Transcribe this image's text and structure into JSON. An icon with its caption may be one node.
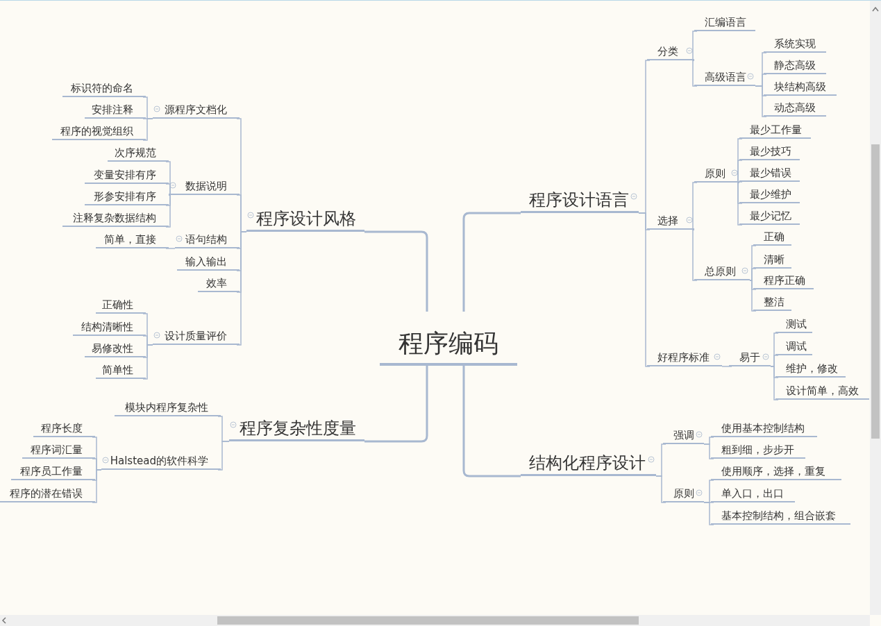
{
  "diagram": {
    "nodes": [
      {
        "text": [
          "程序编码"
        ]
      },
      {
        "text": [
          "程序设计语言"
        ]
      },
      {
        "text": [
          "分类"
        ]
      },
      {
        "text": [
          "汇编语言"
        ]
      },
      {
        "text": [
          "高级语言"
        ]
      },
      {
        "text": [
          "系统实现"
        ]
      },
      {
        "text": [
          "静态高级"
        ]
      },
      {
        "text": [
          "块结构高级"
        ]
      },
      {
        "text": [
          "动态高级"
        ]
      },
      {
        "text": [
          "选择"
        ]
      },
      {
        "text": [
          "原则"
        ]
      },
      {
        "text": [
          "最少工作量"
        ]
      },
      {
        "text": [
          "最少技巧"
        ]
      },
      {
        "text": [
          "最少错误"
        ]
      },
      {
        "text": [
          "最少维护"
        ]
      },
      {
        "text": [
          "最少记忆"
        ]
      },
      {
        "text": [
          "总原则"
        ]
      },
      {
        "text": [
          "正确"
        ]
      },
      {
        "text": [
          "清晰"
        ]
      },
      {
        "text": [
          "程序正确"
        ]
      },
      {
        "text": [
          "整洁"
        ]
      },
      {
        "text": [
          "好程序标准"
        ]
      },
      {
        "text": [
          "易于"
        ]
      },
      {
        "text": [
          "测试"
        ]
      },
      {
        "text": [
          "调试"
        ]
      },
      {
        "text": [
          "维护，修改"
        ]
      },
      {
        "text": [
          "设计简单，高效"
        ]
      },
      {
        "text": [
          "结构化程序设计"
        ]
      },
      {
        "text": [
          "强调"
        ]
      },
      {
        "text": [
          "使用基本控制结构"
        ]
      },
      {
        "text": [
          "粗到细，步步开"
        ]
      },
      {
        "text": [
          "原则"
        ]
      },
      {
        "text": [
          "使用顺序，选择，重复"
        ]
      },
      {
        "text": [
          "单入口，出口"
        ]
      },
      {
        "text": [
          "基本控制结构，组合嵌套"
        ]
      },
      {
        "text": [
          "程序设计风格"
        ]
      },
      {
        "text": [
          "源程序文档化"
        ]
      },
      {
        "text": [
          "标识符的命名"
        ]
      },
      {
        "text": [
          "安排注释"
        ]
      },
      {
        "text": [
          "程序的视觉组织"
        ]
      },
      {
        "text": [
          "数据说明"
        ]
      },
      {
        "text": [
          "次序规范"
        ]
      },
      {
        "text": [
          "变量安排有序"
        ]
      },
      {
        "text": [
          "形参安排有序"
        ]
      },
      {
        "text": [
          "注释复杂数据结构"
        ]
      },
      {
        "text": [
          "语句结构"
        ]
      },
      {
        "text": [
          "简单，直接"
        ]
      },
      {
        "text": [
          "输入输出"
        ]
      },
      {
        "text": [
          "效率"
        ]
      },
      {
        "text": [
          "设计质量评价"
        ]
      },
      {
        "text": [
          "正确性"
        ]
      },
      {
        "text": [
          "结构清晰性"
        ]
      },
      {
        "text": [
          "易修改性"
        ]
      },
      {
        "text": [
          "简单性"
        ]
      },
      {
        "text": [
          "程序复杂性度量"
        ]
      },
      {
        "text": [
          "模块内程序复杂性"
        ]
      },
      {
        "text": [
          "Halstead的软件科学"
        ]
      },
      {
        "text": [
          "程序长度"
        ]
      },
      {
        "text": [
          "程序词汇量"
        ]
      },
      {
        "text": [
          "程序员工作量"
        ]
      },
      {
        "text": [
          "程序的潜在错误"
        ]
      }
    ],
    "edges": [
      {
        "from": 0,
        "to": 1,
        "arrow": "none"
      },
      {
        "from": 1,
        "to": 2,
        "arrow": "none"
      },
      {
        "from": 2,
        "to": 3,
        "arrow": "none"
      },
      {
        "from": 2,
        "to": 4,
        "arrow": "none"
      },
      {
        "from": 4,
        "to": 5,
        "arrow": "none"
      },
      {
        "from": 4,
        "to": 6,
        "arrow": "none"
      },
      {
        "from": 4,
        "to": 7,
        "arrow": "none"
      },
      {
        "from": 4,
        "to": 8,
        "arrow": "none"
      },
      {
        "from": 1,
        "to": 9,
        "arrow": "none"
      },
      {
        "from": 9,
        "to": 10,
        "arrow": "none"
      },
      {
        "from": 10,
        "to": 11,
        "arrow": "none"
      },
      {
        "from": 10,
        "to": 12,
        "arrow": "none"
      },
      {
        "from": 10,
        "to": 13,
        "arrow": "none"
      },
      {
        "from": 10,
        "to": 14,
        "arrow": "none"
      },
      {
        "from": 10,
        "to": 15,
        "arrow": "none"
      },
      {
        "from": 9,
        "to": 16,
        "arrow": "none"
      },
      {
        "from": 16,
        "to": 17,
        "arrow": "none"
      },
      {
        "from": 16,
        "to": 18,
        "arrow": "none"
      },
      {
        "from": 16,
        "to": 19,
        "arrow": "none"
      },
      {
        "from": 16,
        "to": 20,
        "arrow": "none"
      },
      {
        "from": 1,
        "to": 21,
        "arrow": "none"
      },
      {
        "from": 21,
        "to": 22,
        "arrow": "none"
      },
      {
        "from": 22,
        "to": 23,
        "arrow": "none"
      },
      {
        "from": 22,
        "to": 24,
        "arrow": "none"
      },
      {
        "from": 22,
        "to": 25,
        "arrow": "none"
      },
      {
        "from": 22,
        "to": 26,
        "arrow": "none"
      },
      {
        "from": 0,
        "to": 27,
        "arrow": "none"
      },
      {
        "from": 27,
        "to": 28,
        "arrow": "none"
      },
      {
        "from": 28,
        "to": 29,
        "arrow": "none"
      },
      {
        "from": 28,
        "to": 30,
        "arrow": "none"
      },
      {
        "from": 27,
        "to": 31,
        "arrow": "none"
      },
      {
        "from": 31,
        "to": 32,
        "arrow": "none"
      },
      {
        "from": 31,
        "to": 33,
        "arrow": "none"
      },
      {
        "from": 31,
        "to": 34,
        "arrow": "none"
      },
      {
        "from": 0,
        "to": 35,
        "arrow": "none"
      },
      {
        "from": 35,
        "to": 36,
        "arrow": "none"
      },
      {
        "from": 36,
        "to": 37,
        "arrow": "none"
      },
      {
        "from": 36,
        "to": 38,
        "arrow": "none"
      },
      {
        "from": 36,
        "to": 39,
        "arrow": "none"
      },
      {
        "from": 35,
        "to": 40,
        "arrow": "none"
      },
      {
        "from": 40,
        "to": 41,
        "arrow": "none"
      },
      {
        "from": 40,
        "to": 42,
        "arrow": "none"
      },
      {
        "from": 40,
        "to": 43,
        "arrow": "none"
      },
      {
        "from": 40,
        "to": 44,
        "arrow": "none"
      },
      {
        "from": 35,
        "to": 45,
        "arrow": "none"
      },
      {
        "from": 45,
        "to": 46,
        "arrow": "none"
      },
      {
        "from": 35,
        "to": 47,
        "arrow": "none"
      },
      {
        "from": 35,
        "to": 48,
        "arrow": "none"
      },
      {
        "from": 35,
        "to": 49,
        "arrow": "none"
      },
      {
        "from": 49,
        "to": 50,
        "arrow": "none"
      },
      {
        "from": 49,
        "to": 51,
        "arrow": "none"
      },
      {
        "from": 49,
        "to": 52,
        "arrow": "none"
      },
      {
        "from": 49,
        "to": 53,
        "arrow": "none"
      },
      {
        "from": 0,
        "to": 54,
        "arrow": "none"
      },
      {
        "from": 54,
        "to": 55,
        "arrow": "none"
      },
      {
        "from": 54,
        "to": 56,
        "arrow": "none"
      },
      {
        "from": 56,
        "to": 57,
        "arrow": "none"
      },
      {
        "from": 56,
        "to": 58,
        "arrow": "none"
      },
      {
        "from": 56,
        "to": 59,
        "arrow": "none"
      },
      {
        "from": 56,
        "to": 60,
        "arrow": "none"
      }
    ]
  }
}
